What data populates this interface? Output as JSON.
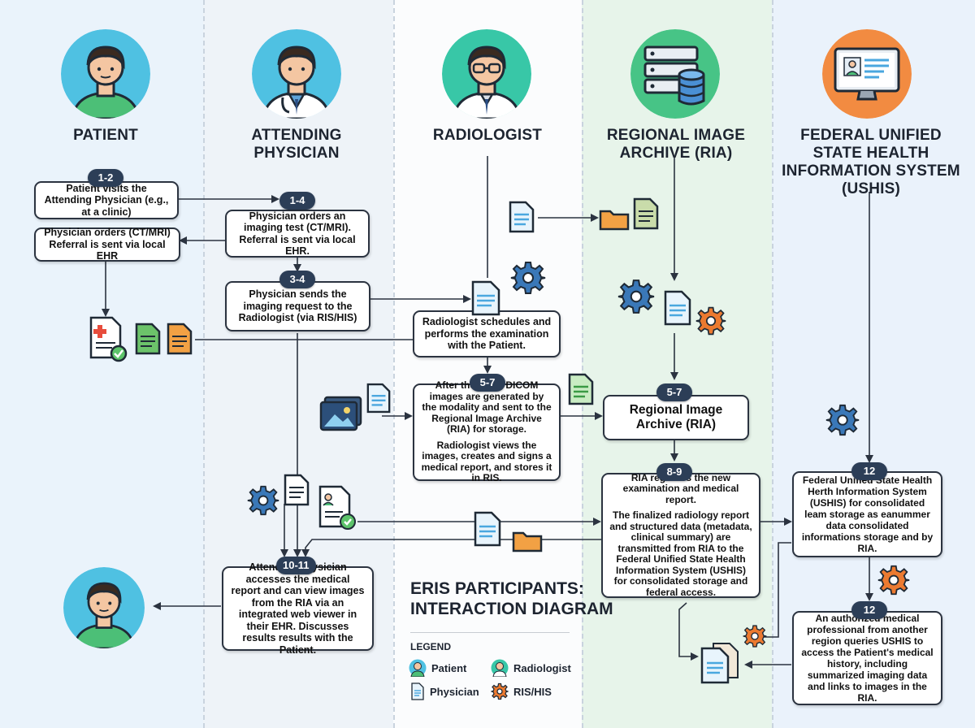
{
  "colors": {
    "lane_patient": "#eaf3fb",
    "lane_physician": "#eef3f8",
    "lane_radiologist": "#fbfcfd",
    "lane_archive": "#e7f4ea",
    "lane_ushis": "#eaf2fb",
    "line": "#2b3340",
    "badge": "#2c3e57",
    "doc_blue": "#4aa7df",
    "doc_green": "#6cc36a",
    "doc_orange": "#f2a144",
    "gear_blue": "#3a78b8",
    "gear_orange": "#ec7a30"
  },
  "lanes": [
    {
      "title": "PATIENT",
      "icon": "patient-avatar"
    },
    {
      "title": "ATTENDING PHYSICIAN",
      "icon": "physician-avatar"
    },
    {
      "title": "RADIOLOGIST",
      "icon": "radiologist-avatar"
    },
    {
      "title": "REGIONAL IMAGE ARCHIVE (RIA)",
      "icon": "server-database-icon"
    },
    {
      "title": "FEDERAL UNIFIED STATE HEALTH INFORMATION SYSTEM (USHIS)",
      "icon": "computer-monitor-icon"
    }
  ],
  "steps": {
    "patient_visit": {
      "badge": "1-2",
      "text": "Patient visits the Attending Physician (e.g., at a clinic)"
    },
    "patient_order": {
      "text": "Physician orders (CT/MRI) Referral is sent via local EHR"
    },
    "physician_order": {
      "badge": "1-4",
      "text": "Physician orders an imaging test (CT/MRI). Referral is sent via local EHR."
    },
    "physician_send": {
      "badge": "3-4",
      "text": "Physician sends the imaging request to the Radiologist (via RIS/HIS)"
    },
    "radiologist_schedule": {
      "text": "Radiologist schedules and performs the examination with the Patient."
    },
    "radiologist_scan": {
      "badge": "5-7",
      "text1": "After the scan, DICOM images are generated by the modality and sent to the Regional Image Archive (RIA) for storage.",
      "text2": "Radiologist views the images, creates and signs a medical report, and stores it in RIS."
    },
    "ria_archive": {
      "badge": "5-7",
      "text": "Regional Image Archive (RIA)"
    },
    "ria_register": {
      "badge": "8-9",
      "text1": "RIA registers the new examination and medical report.",
      "text2": "The finalized radiology report and structured data (metadata, clinical summary) are transmitted from RIA to the Federal Unified State Health Information System (USHIS) for consolidated storage and federal access."
    },
    "physician_access": {
      "badge": "10-11",
      "text": "Attending Physician accesses the medical report and can view images from the RIA via an integrated web viewer in their EHR. Discusses results results with the Patient."
    },
    "ushis_store": {
      "badge": "12",
      "text": "Federal Unified State Health Herth Information System (USHIS) for consolidated leam storage as eanummer data consolidated informations storage and by RIA."
    },
    "ushis_query": {
      "badge": "12",
      "text": "An authorized medical professional from another region queries USHIS to access the Patient's medical history, including summarized imaging data and links to images in the RIA."
    }
  },
  "diagram_title": {
    "line1": "ERIS PARTICIPANTS:",
    "line2": "INTERACTION DIAGRAM"
  },
  "legend": {
    "title": "LEGEND",
    "items": [
      {
        "label": "Patient",
        "icon": "patient-legend-icon"
      },
      {
        "label": "Radiologist",
        "icon": "radiologist-legend-icon"
      },
      {
        "label": "Physician",
        "icon": "document-legend-icon"
      },
      {
        "label": "RIS/HIS",
        "icon": "gear-legend-icon"
      }
    ]
  }
}
